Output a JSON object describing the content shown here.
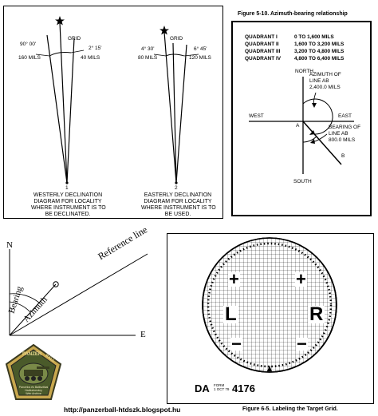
{
  "declination": {
    "west": {
      "top_left": "90° 00'",
      "top_right": "2° 15'",
      "mils_left": "160 MILS",
      "mils_right": "40 MILS",
      "grid": "GRID",
      "number": "1",
      "caption": [
        "WESTERLY DECLINATION",
        "DIAGRAM FOR LOCALITY",
        "WHERE INSTRUMENT IS TO",
        "BE DECLINATED."
      ]
    },
    "east": {
      "top_left": "4° 30'",
      "top_right": "6° 45'",
      "mils_left": "80 MILS",
      "mils_right": "120 MILS",
      "grid": "GRID",
      "number": "2",
      "caption": [
        "EASTERLY DECLINATION",
        "DIAGRAM FOR LOCALITY",
        "WHERE INSTRUMENT IS TO",
        "BE USED."
      ]
    }
  },
  "azimuth_bearing": {
    "title": "Figure 5-10.  Azimuth-bearing relationship",
    "quadrants": [
      {
        "name": "QUADRANT  I",
        "range": "0 TO 1,600 MILS"
      },
      {
        "name": "QUADRANT  II",
        "range": "1,600 TO 3,200 MILS"
      },
      {
        "name": "QUADRANT III",
        "range": "3,200 TO 4,800 MILS"
      },
      {
        "name": "QUADRANT IV",
        "range": "4,800 TO 6,400 MILS"
      }
    ],
    "north": "NORTH",
    "south": "SOUTH",
    "east": "EAST",
    "west": "WEST",
    "azimuth_label": [
      "AZIMUTH OF",
      "LINE AB",
      "2,400.0 MILS"
    ],
    "bearing_label": [
      "BEARING OF",
      "LINE AB",
      "800.0 MILS"
    ],
    "point_a": "A",
    "point_b": "B"
  },
  "reference_diagram": {
    "n": "N",
    "e": "E",
    "reference_line": "Reference line",
    "bearing": "Bearing",
    "azimuth": "Azimuth"
  },
  "target_grid": {
    "symbols": {
      "plus_left": "+",
      "plus_right": "+",
      "minus_left": "−",
      "minus_right": "−",
      "left": "L",
      "right": "R"
    },
    "form_da": "DA",
    "form_small": [
      "FORM",
      "1 OCT 79"
    ],
    "form_number": "4176",
    "caption": "Figure 6-5.  Labeling the Target Grid."
  },
  "logo": {
    "top_text": "PANZER",
    "side_text": "BALL",
    "bottom_text": [
      "Páncélos és Ballisztikai",
      "Hadtudomány",
      "Web Archive"
    ]
  },
  "footer": {
    "url": "http://panzerball-htdszk.blogspot.hu"
  }
}
